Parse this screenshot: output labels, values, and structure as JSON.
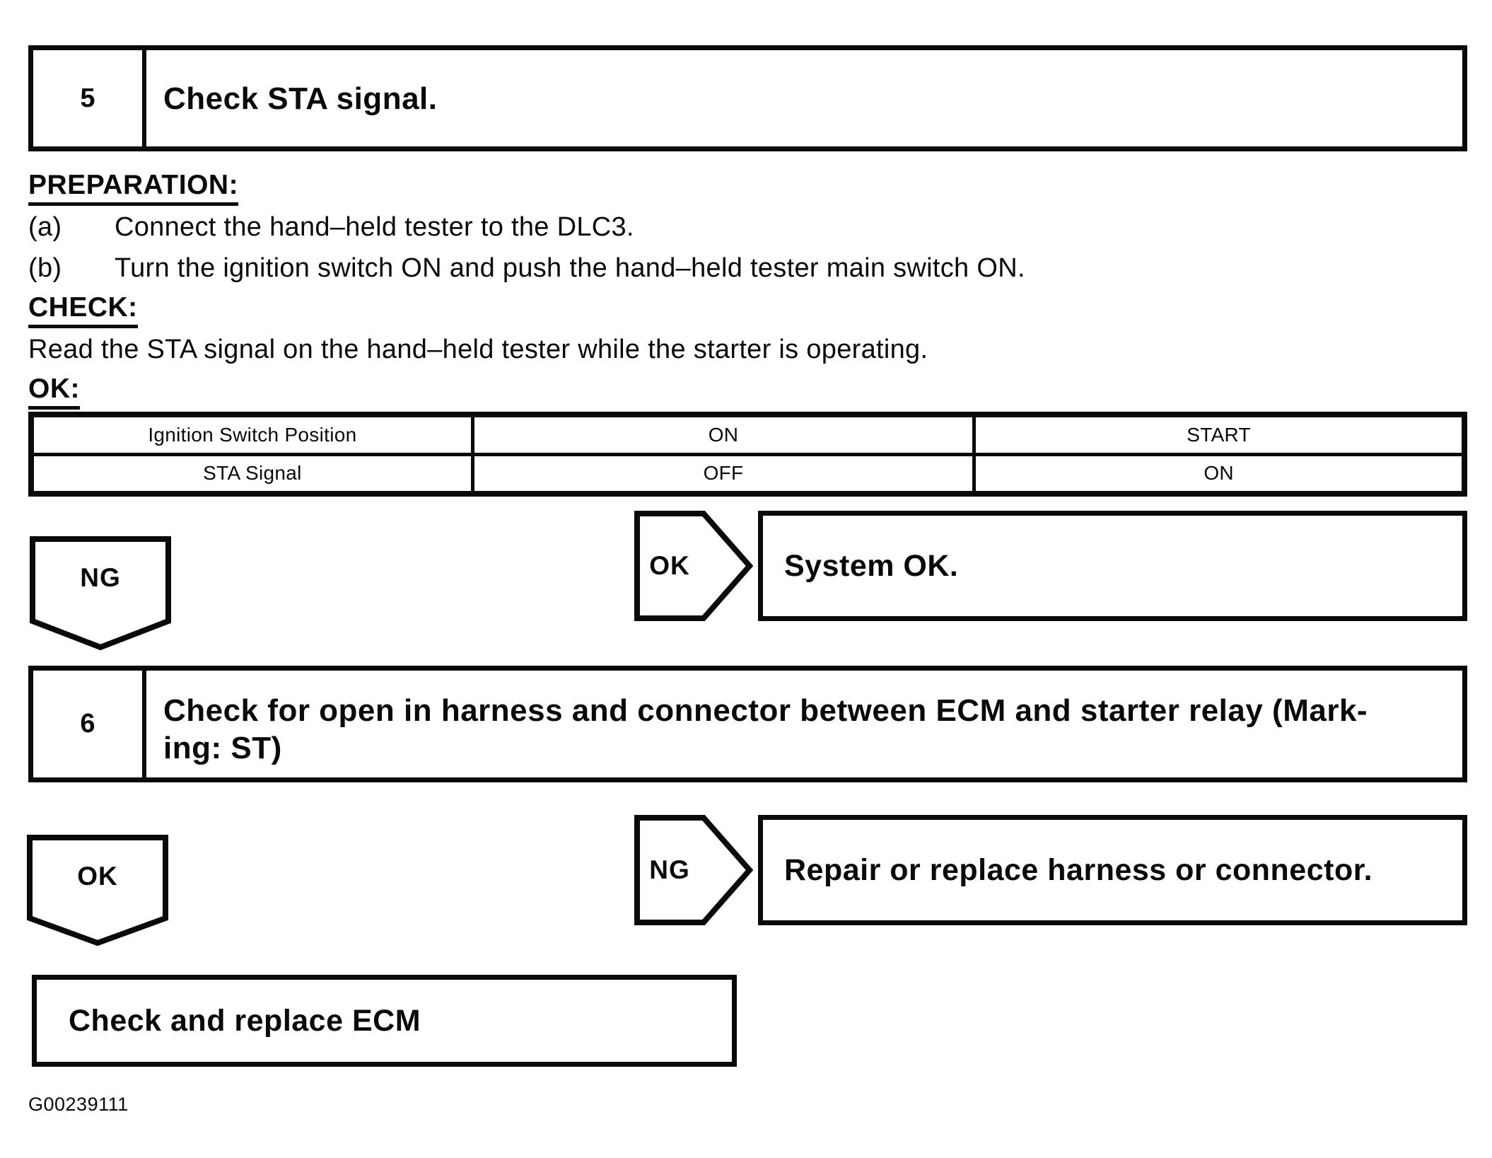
{
  "document": {
    "figure_code": "G00239111"
  },
  "step5": {
    "number": "5",
    "title": "Check STA signal."
  },
  "procedure": {
    "preparation_heading": "PREPARATION:",
    "steps": [
      {
        "label": "(a)",
        "text": "Connect the hand–held tester to the DLC3."
      },
      {
        "label": "(b)",
        "text": "Turn the ignition switch ON and push the hand–held tester main switch ON."
      }
    ],
    "check_heading": "CHECK:",
    "check_text": "Read the STA signal on the hand–held tester while the starter is operating.",
    "ok_heading": "OK:"
  },
  "signal_table": {
    "rows": [
      {
        "label": "Ignition Switch Position",
        "on": "ON",
        "start": "START"
      },
      {
        "label": "STA Signal",
        "on": "OFF",
        "start": "ON"
      }
    ]
  },
  "flow": {
    "ok_branch": {
      "label": "OK",
      "result": "System OK."
    },
    "ng_down": {
      "label": "NG"
    },
    "step6": {
      "number": "6",
      "title_line1": "Check for open in harness and connector between ECM and starter relay (Mark-",
      "title_line2": "ing: ST)"
    },
    "ng_branch": {
      "label": "NG",
      "result": "Repair or replace harness or connector."
    },
    "ok_down": {
      "label": "OK"
    },
    "final_action": "Check and replace ECM"
  }
}
